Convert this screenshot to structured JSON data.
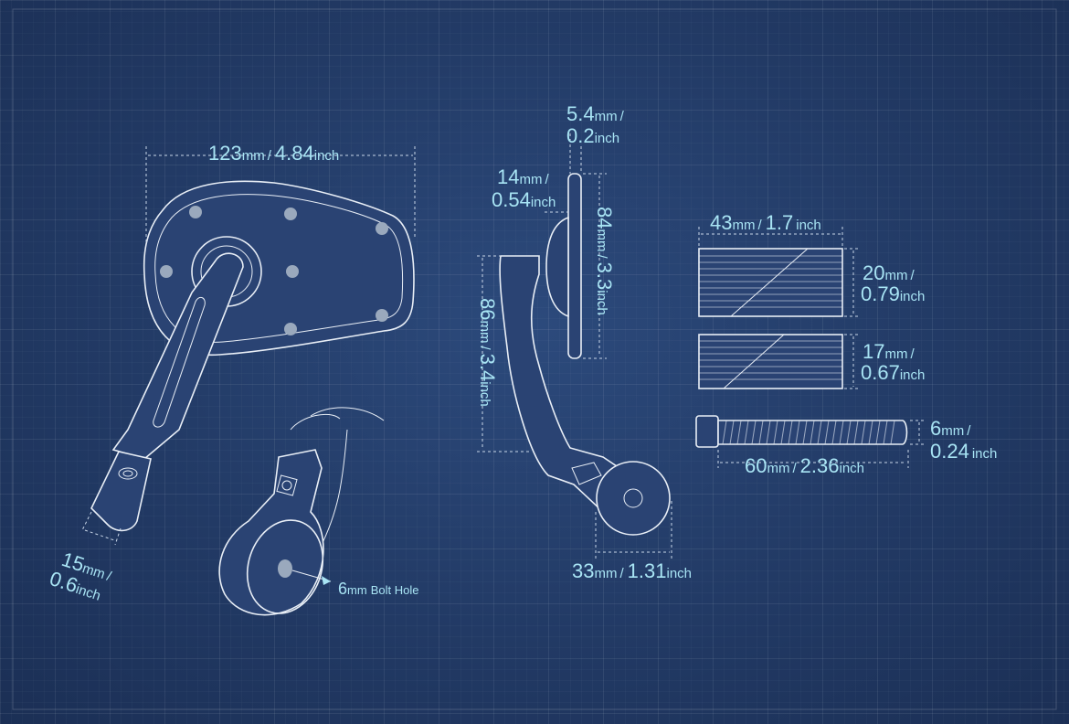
{
  "dimensions": {
    "width_total": {
      "value": "123",
      "unit": "mm",
      "sep": "/",
      "value2": "4.84",
      "unit2": "inch"
    },
    "arm_end": {
      "value": "15",
      "unit": "mm",
      "sep": "/",
      "value2": "0.6",
      "unit2": "inch"
    },
    "bolt_hole": {
      "value": "6",
      "unit": "mm",
      "label": "Bolt Hole"
    },
    "head_thickness": {
      "value": "5.4",
      "unit": "mm",
      "sep": "/",
      "value2": "0.2",
      "unit2": "inch"
    },
    "mount_depth": {
      "value": "14",
      "unit": "mm",
      "sep": "/",
      "value2": "0.54",
      "unit2": "inch"
    },
    "head_height": {
      "value": "84",
      "unit": "mm",
      "sep": "/",
      "value2": "3.3",
      "unit2": "inch"
    },
    "arm_height": {
      "value": "86",
      "unit": "mm",
      "sep": "/",
      "value2": "3.4",
      "unit2": "inch"
    },
    "clamp_width": {
      "value": "33",
      "unit": "mm",
      "sep": "/",
      "value2": "1.31",
      "unit2": "inch"
    },
    "spacer_width": {
      "value": "43",
      "unit": "mm",
      "sep": "/",
      "value2": "1.7",
      "unit2": "inch"
    },
    "spacer_large": {
      "value": "20",
      "unit": "mm",
      "sep": "/",
      "value2": "0.79",
      "unit2": "inch"
    },
    "spacer_small": {
      "value": "17",
      "unit": "mm",
      "sep": "/",
      "value2": "0.67",
      "unit2": "inch"
    },
    "bolt_diameter": {
      "value": "6",
      "unit": "mm",
      "sep": "/",
      "value2": "0.24",
      "unit2": "inch"
    },
    "bolt_length": {
      "value": "60",
      "unit": "mm",
      "sep": "/",
      "value2": "2.36",
      "unit2": "inch"
    }
  },
  "colors": {
    "background": "#21375f",
    "label": "#a8e4f4",
    "line": "#e8eef6"
  }
}
